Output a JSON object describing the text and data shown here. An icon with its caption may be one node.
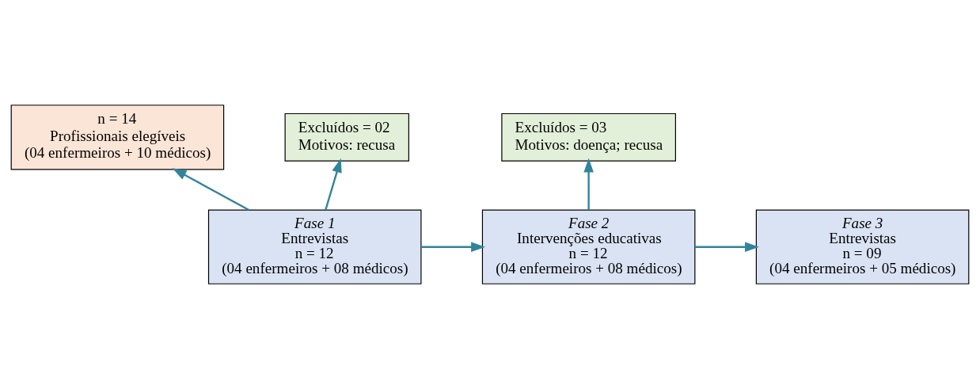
{
  "diagram": {
    "nodes": [
      {
        "text": [
          "n = 14",
          "Profissionais elegíveis",
          "(04 enfermeiros + 10 médicos)"
        ]
      },
      {
        "text": [
          "Excluídos = 02",
          "Motivos: recusa"
        ]
      },
      {
        "text": [
          "Excluídos = 03",
          "Motivos: doença; recusa"
        ]
      },
      {
        "text": [
          "Fase 1",
          "Entrevistas",
          "n = 12",
          "(04 enfermeiros + 08 médicos)"
        ]
      },
      {
        "text": [
          "Fase 2",
          "Intervenções educativas",
          "n = 12",
          "(04 enfermeiros + 08 médicos)"
        ]
      },
      {
        "text": [
          "Fase 3",
          "Entrevistas",
          "n = 09",
          "(04 enfermeiros + 05 médicos)"
        ]
      }
    ],
    "edges": [
      {
        "from": 3,
        "to": 0,
        "arrow": "to"
      },
      {
        "from": 3,
        "to": 1,
        "arrow": "to"
      },
      {
        "from": 3,
        "to": 4,
        "arrow": "to"
      },
      {
        "from": 4,
        "to": 2,
        "arrow": "to"
      },
      {
        "from": 4,
        "to": 5,
        "arrow": "to"
      }
    ]
  }
}
